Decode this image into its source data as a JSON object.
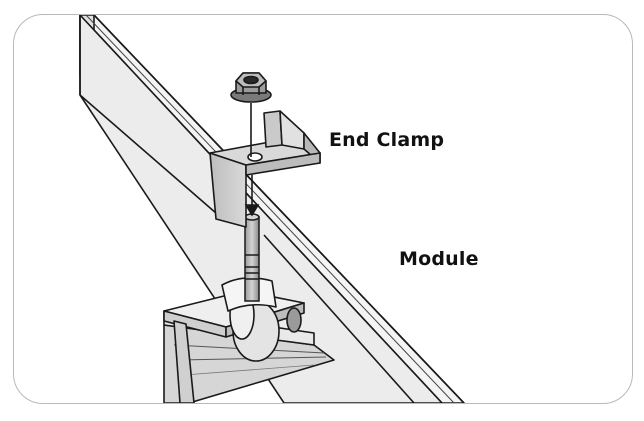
{
  "labels": {
    "end_clamp": "End Clamp",
    "module": "Module"
  },
  "parts": {
    "rail": "rail",
    "module_frame": "module-frame",
    "end_clamp": "end-clamp",
    "flange_nut": "flange-nut",
    "bolt": "bolt",
    "t_bolt_base": "t-bolt-base"
  },
  "colors": {
    "outline": "#1a1a1a",
    "clamp_fill": "#cfcfcf",
    "clamp_side": "#a9a9a9",
    "module_face": "#e6e6e6",
    "module_top": "#f2f2f2",
    "rail_fill": "#d8d8d8",
    "frame_border": "#b9b9b9"
  }
}
